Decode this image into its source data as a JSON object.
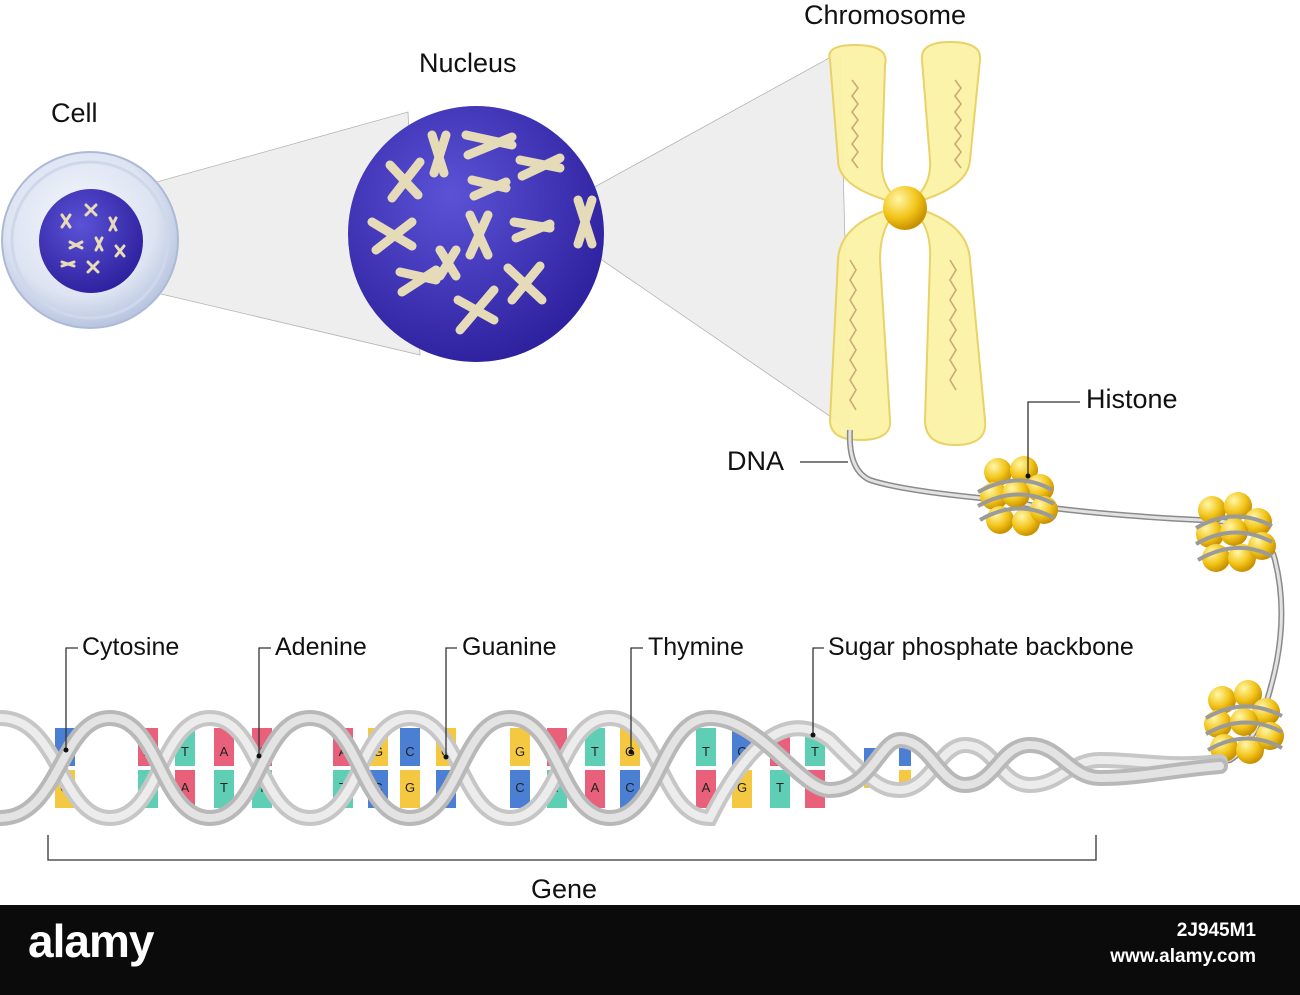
{
  "labels": {
    "cell": "Cell",
    "nucleus": "Nucleus",
    "chromosome": "Chromosome",
    "histone": "Histone",
    "dna": "DNA",
    "cytosine": "Cytosine",
    "adenine": "Adenine",
    "guanine": "Guanine",
    "thymine": "Thymine",
    "backbone": "Sugar phosphate backbone",
    "gene": "Gene"
  },
  "base_colors": {
    "A": "#e8607a",
    "T": "#5ecfb5",
    "G": "#f5c842",
    "C": "#4a7fd4"
  },
  "dna_pairs": [
    [
      "C",
      "G"
    ],
    [
      "A",
      "T"
    ],
    [
      "T",
      "A"
    ],
    [
      "A",
      "T"
    ],
    [
      "A",
      "T"
    ],
    [
      "A",
      "T"
    ],
    [
      "G",
      "C"
    ],
    [
      "C",
      "G"
    ],
    [
      "G",
      "C"
    ],
    [
      "G",
      "C"
    ],
    [
      "A",
      "T"
    ],
    [
      "T",
      "A"
    ],
    [
      "G",
      "C"
    ],
    [
      "T",
      "A"
    ],
    [
      "C",
      "G"
    ],
    [
      "A",
      "T"
    ],
    [
      "T",
      "A"
    ],
    [
      "C",
      "G"
    ],
    [
      "C",
      "G"
    ]
  ],
  "footer": {
    "brand": "alamy",
    "image_id": "2J945M1",
    "site": "www.alamy.com"
  }
}
